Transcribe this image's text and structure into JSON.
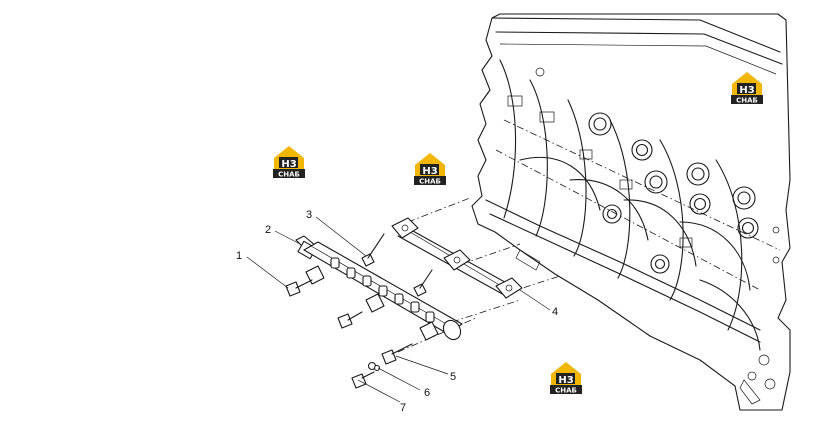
{
  "diagram": {
    "callouts": [
      {
        "id": "1",
        "label": "1"
      },
      {
        "id": "2",
        "label": "2"
      },
      {
        "id": "3",
        "label": "3"
      },
      {
        "id": "4",
        "label": "4"
      },
      {
        "id": "5",
        "label": "5"
      },
      {
        "id": "6",
        "label": "6"
      },
      {
        "id": "7",
        "label": "7"
      }
    ]
  },
  "watermark": {
    "logo_top": "H3",
    "logo_bottom": "CHAБ",
    "accent_color": "#f2b705",
    "dark_color": "#222222"
  }
}
